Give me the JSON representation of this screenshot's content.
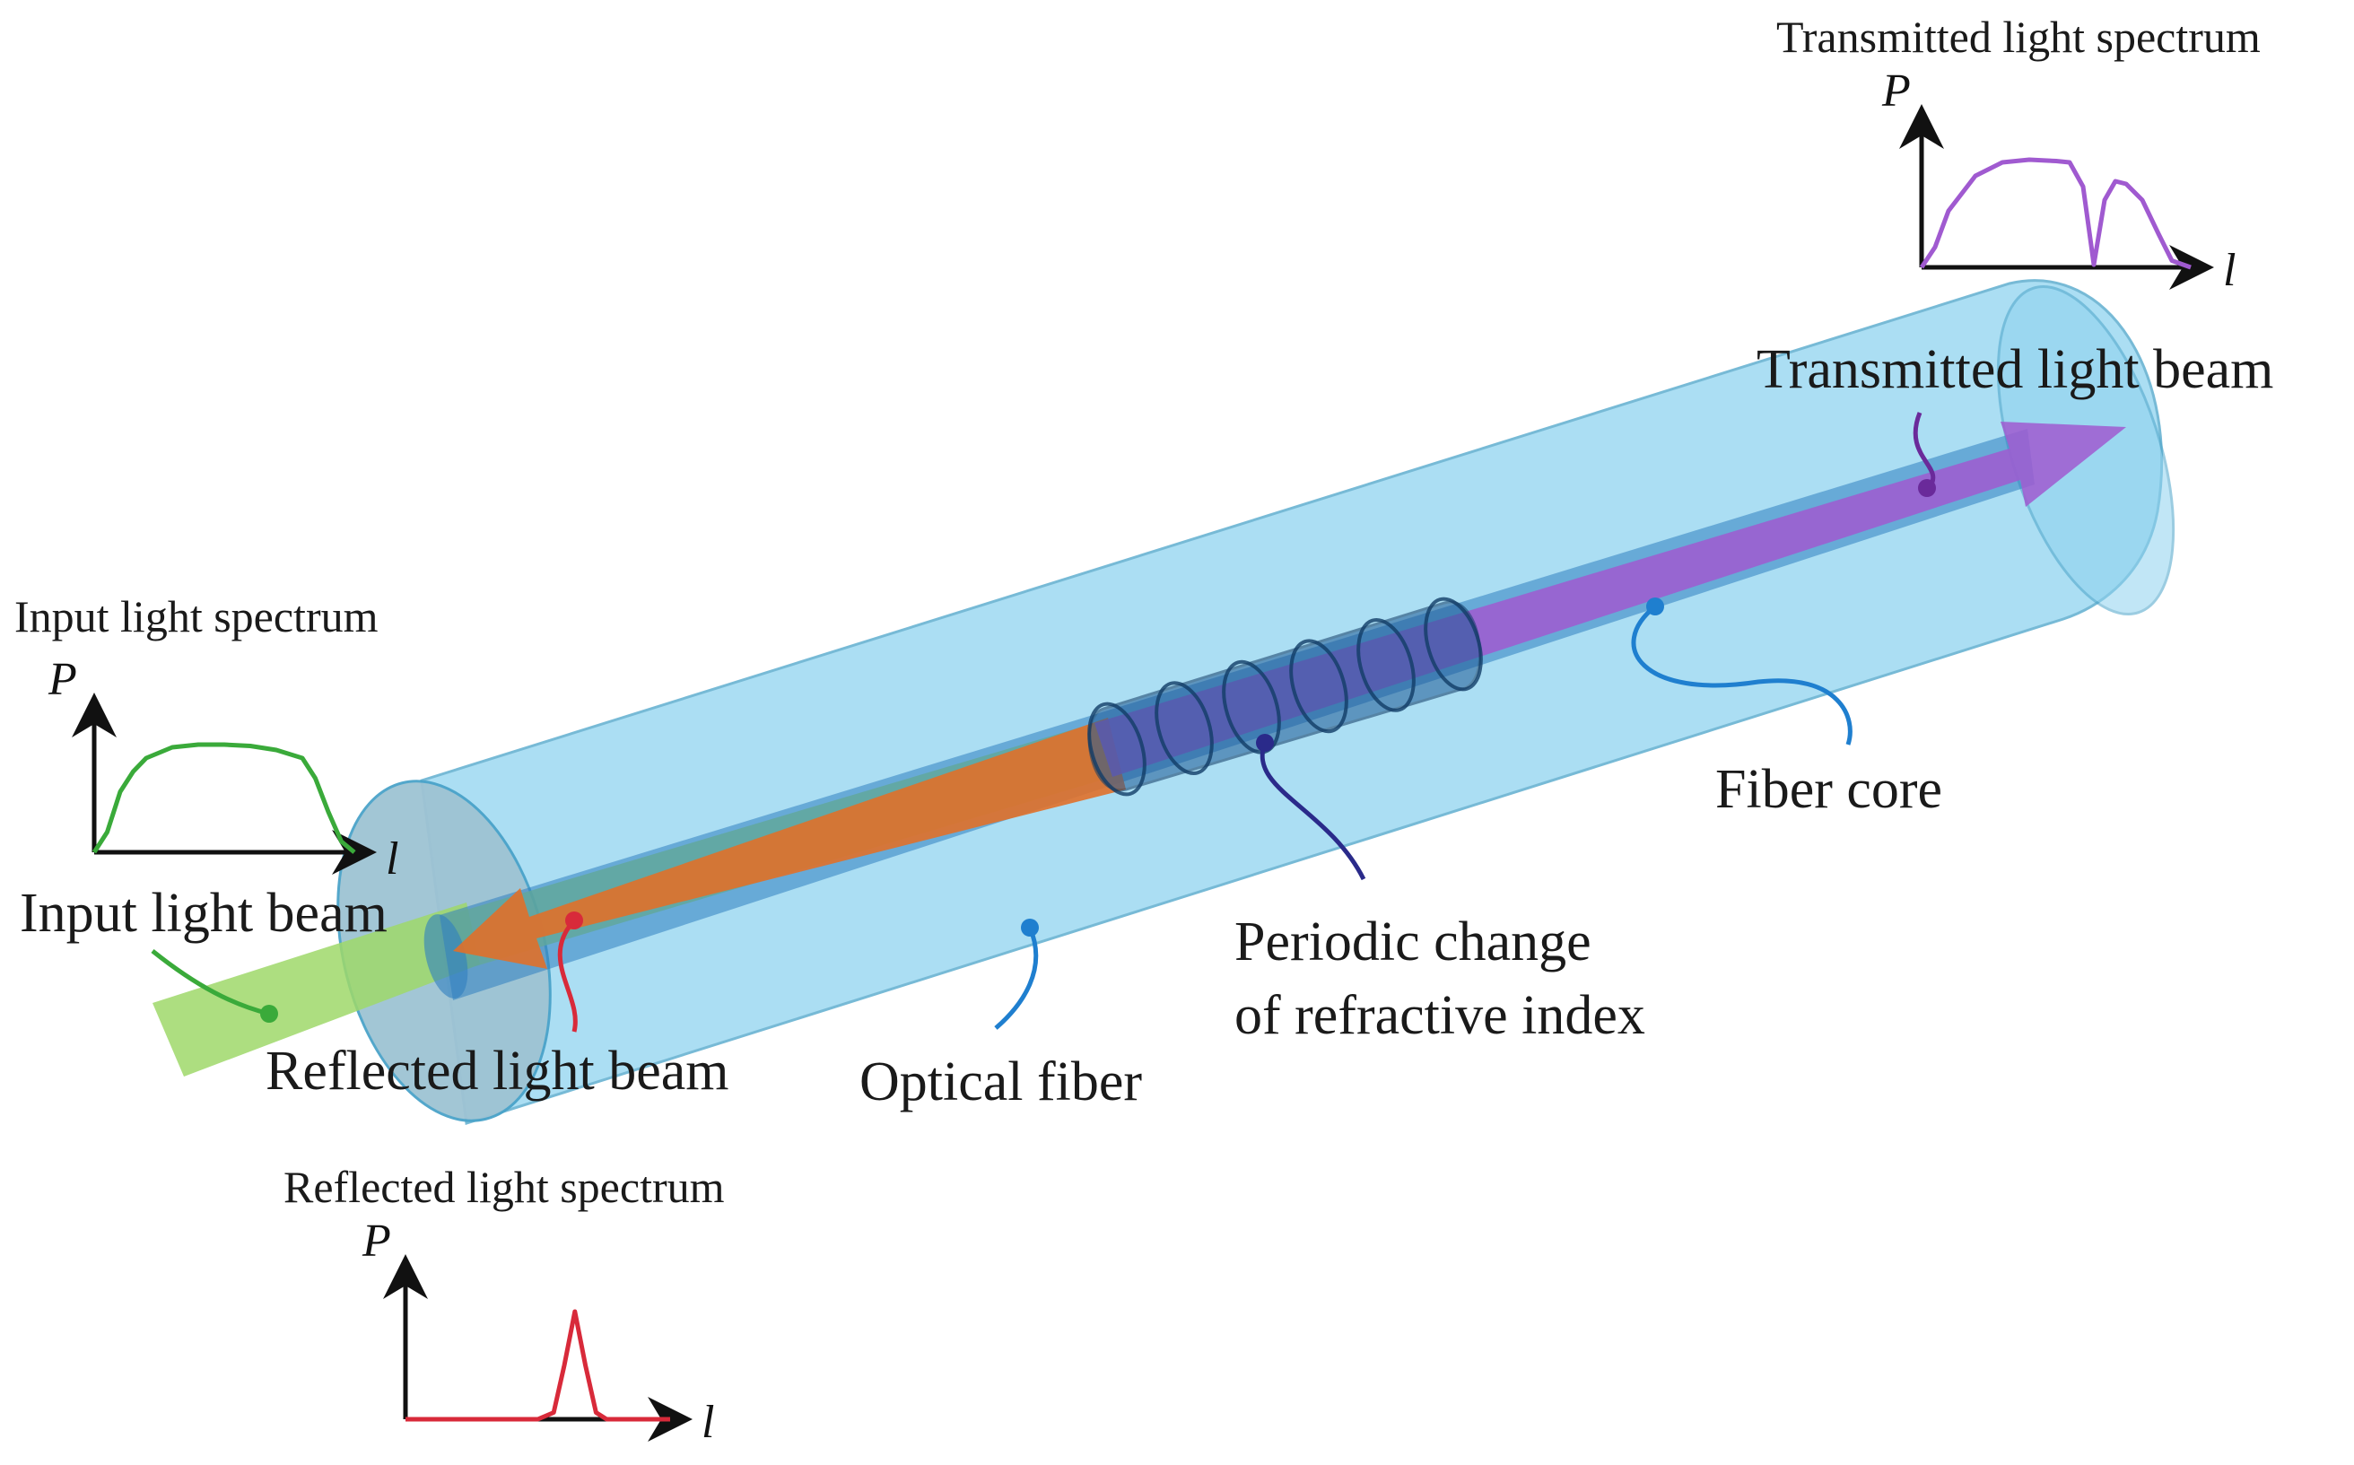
{
  "colors": {
    "cladding": "#8fd3ef",
    "cladding_edge": "#4aa3c9",
    "core": "#2f7fbf",
    "grating": "#1f5a96",
    "input_beam": "#9fd86a",
    "reflected_beam": "#e0702a",
    "transmitted_beam": "#a05ad0",
    "input_leader": "#3aaa3a",
    "reflected_leader": "#d82a3a",
    "transmitted_leader": "#6a2a9a",
    "fiber_leader": "#1f7fcf",
    "grating_leader": "#2a2a8a"
  },
  "labels": {
    "input_spectrum_title": "Input light spectrum",
    "transmitted_spectrum_title": "Transmitted light spectrum",
    "reflected_spectrum_title": "Reflected light spectrum",
    "input_beam": "Input light beam",
    "reflected_beam": "Reflected light beam",
    "transmitted_beam": "Transmitted light beam",
    "optical_fiber": "Optical fiber",
    "fiber_core": "Fiber core",
    "periodic_line1": "Periodic change",
    "periodic_line2": "of refractive index",
    "axis_p": "P",
    "axis_l": "l"
  },
  "chart_data": [
    {
      "type": "line",
      "name_ref": "input_spectrum_title",
      "x": [
        0,
        0.05,
        0.1,
        0.15,
        0.2,
        0.3,
        0.4,
        0.5,
        0.6,
        0.7,
        0.8,
        0.85,
        0.9,
        0.95,
        1.0
      ],
      "y": [
        0,
        0.15,
        0.45,
        0.6,
        0.7,
        0.78,
        0.8,
        0.8,
        0.79,
        0.76,
        0.7,
        0.55,
        0.3,
        0.08,
        0
      ],
      "color_ref": "input_input_leader"
    },
    {
      "type": "line",
      "name_ref": "transmitted_spectrum_title",
      "x": [
        0,
        0.05,
        0.1,
        0.15,
        0.2,
        0.3,
        0.4,
        0.5,
        0.55,
        0.6,
        0.64,
        0.68,
        0.72,
        0.76,
        0.82,
        0.88,
        0.93,
        1.0
      ],
      "y": [
        0,
        0.15,
        0.42,
        0.55,
        0.68,
        0.78,
        0.8,
        0.79,
        0.78,
        0.6,
        0.02,
        0.5,
        0.64,
        0.62,
        0.5,
        0.25,
        0.05,
        0
      ],
      "color_ref": "transmitted_beam"
    },
    {
      "type": "line",
      "name_ref": "reflected_spectrum_title",
      "x": [
        0,
        0.5,
        0.56,
        0.6,
        0.64,
        0.68,
        0.72,
        0.76,
        1.0
      ],
      "y": [
        0,
        0,
        0.05,
        0.4,
        0.8,
        0.4,
        0.05,
        0,
        0
      ],
      "color_ref": "reflected_leader"
    }
  ]
}
